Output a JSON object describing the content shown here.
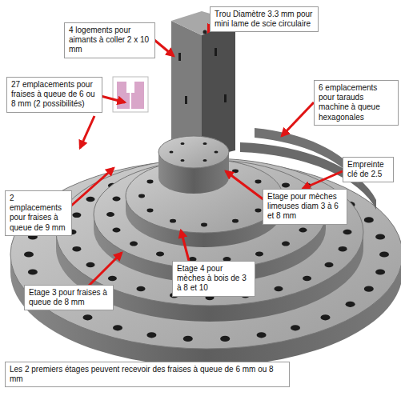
{
  "diagram": {
    "nodes": [
      {
        "text": [
          "Trou Diamètre 3.3 mm pour mini lame de scie circulaire"
        ]
      },
      {
        "text": [
          "4 logements pour aimants à coller 2 x 10 mm"
        ]
      },
      {
        "text": [
          "27 emplacements pour fraises à queue de 6 ou 8 mm (2 possibilités)"
        ]
      },
      {
        "text": [
          "6 emplacements pour tarauds machine à queue hexagonales"
        ]
      },
      {
        "text": [
          "Empreinte clé de 2.5"
        ]
      },
      {
        "text": [
          "Etage pour mèches limeuses diam 3 à 6 et 8 mm"
        ]
      },
      {
        "text": [
          "2 emplacements pour fraises à queue de 9 mm"
        ]
      },
      {
        "text": [
          "Etage 4 pour mèches à bois de 3 à 8 et 10"
        ]
      },
      {
        "text": [
          "Etage 3 pour fraises à queue de 8 mm"
        ]
      },
      {
        "text": [
          "Les 2 premiers étages peuvent recevoir des fraises à queue de 6 mm ou 8 mm"
        ]
      }
    ]
  }
}
